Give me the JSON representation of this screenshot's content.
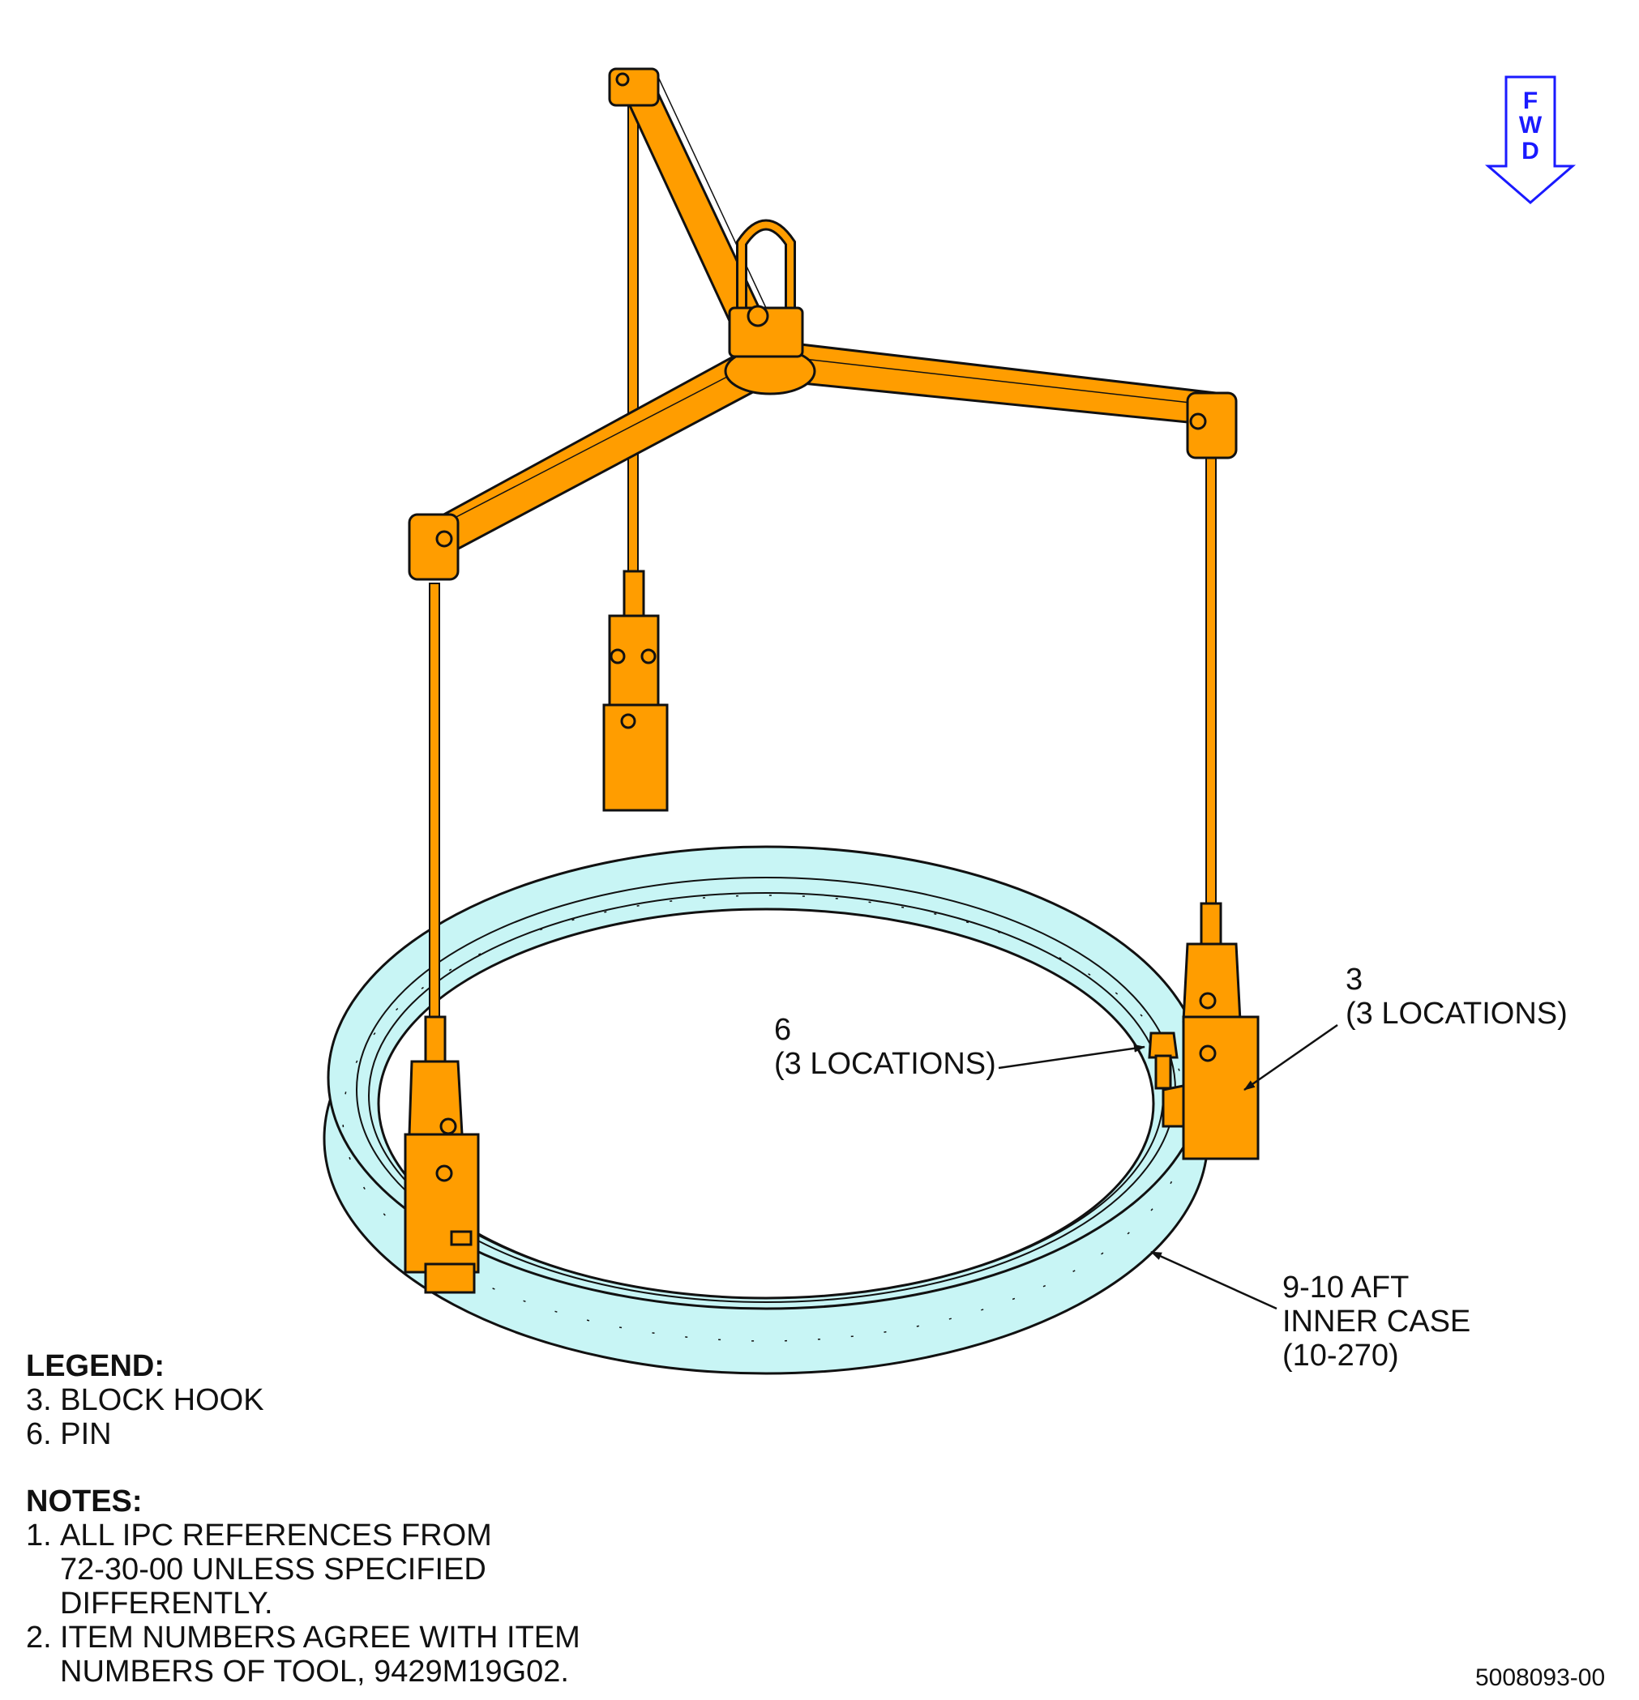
{
  "fwd_indicator": {
    "letters": [
      "F",
      "W",
      "D"
    ],
    "color": "#1a1aff"
  },
  "colors": {
    "fixture": "#ff9d00",
    "fixture_dark": "#c87400",
    "ring": "#c8f5f5",
    "outline": "#111111"
  },
  "callouts": {
    "pin": {
      "item": "6",
      "qty": "(3 LOCATIONS)"
    },
    "block_hook": {
      "item": "3",
      "qty": "(3 LOCATIONS)"
    },
    "case": {
      "line1": "9-10 AFT",
      "line2": "INNER CASE",
      "line3": "(10-270)"
    }
  },
  "legend": {
    "title": "LEGEND:",
    "items": [
      "3. BLOCK HOOK",
      "6. PIN"
    ]
  },
  "notes": {
    "title": "NOTES:",
    "items": [
      {
        "number": "1.",
        "lines": [
          "ALL IPC REFERENCES FROM",
          "72-30-00 UNLESS SPECIFIED",
          "DIFFERENTLY."
        ]
      },
      {
        "number": "2.",
        "lines": [
          "ITEM NUMBERS AGREE WITH ITEM",
          "NUMBERS OF TOOL, 9429M19G02."
        ]
      }
    ]
  },
  "drawing_number": "5008093-00"
}
